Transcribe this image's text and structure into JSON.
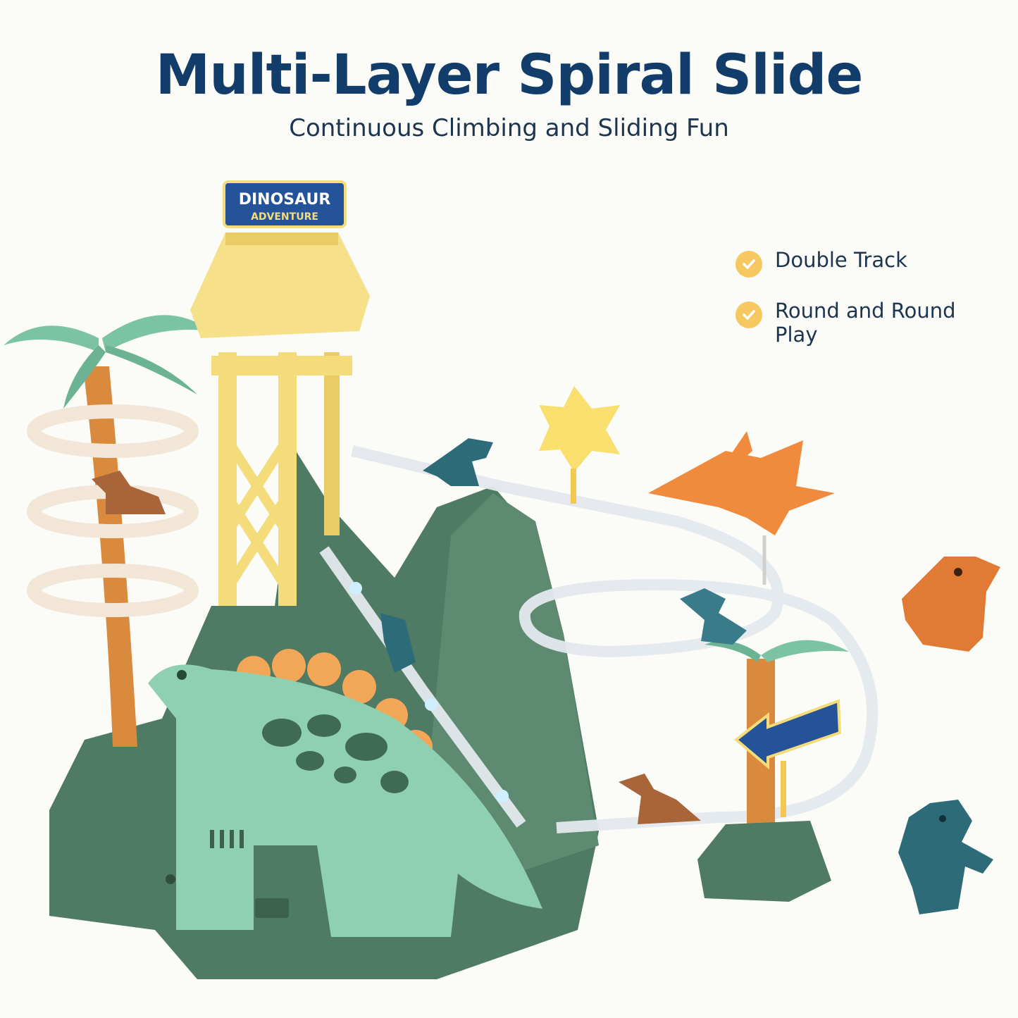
{
  "header": {
    "title": "Multi-Layer Spiral Slide",
    "subtitle": "Continuous Climbing and Sliding Fun"
  },
  "features": [
    {
      "label": "Double Track",
      "icon": "check-circle-icon"
    },
    {
      "label": "Round and Round Play",
      "icon": "check-circle-icon"
    }
  ],
  "toy": {
    "tower_sign_line1": "DINOSAUR",
    "tower_sign_line2": "ADVENTURE"
  },
  "colors": {
    "title": "#123d6b",
    "accent_check": "#f5c860",
    "base_green": "#4f7a63",
    "light_green": "#8fd0b3",
    "tower_yellow": "#f4dc7a",
    "orange": "#f08a3c",
    "teal": "#2d6b78"
  }
}
